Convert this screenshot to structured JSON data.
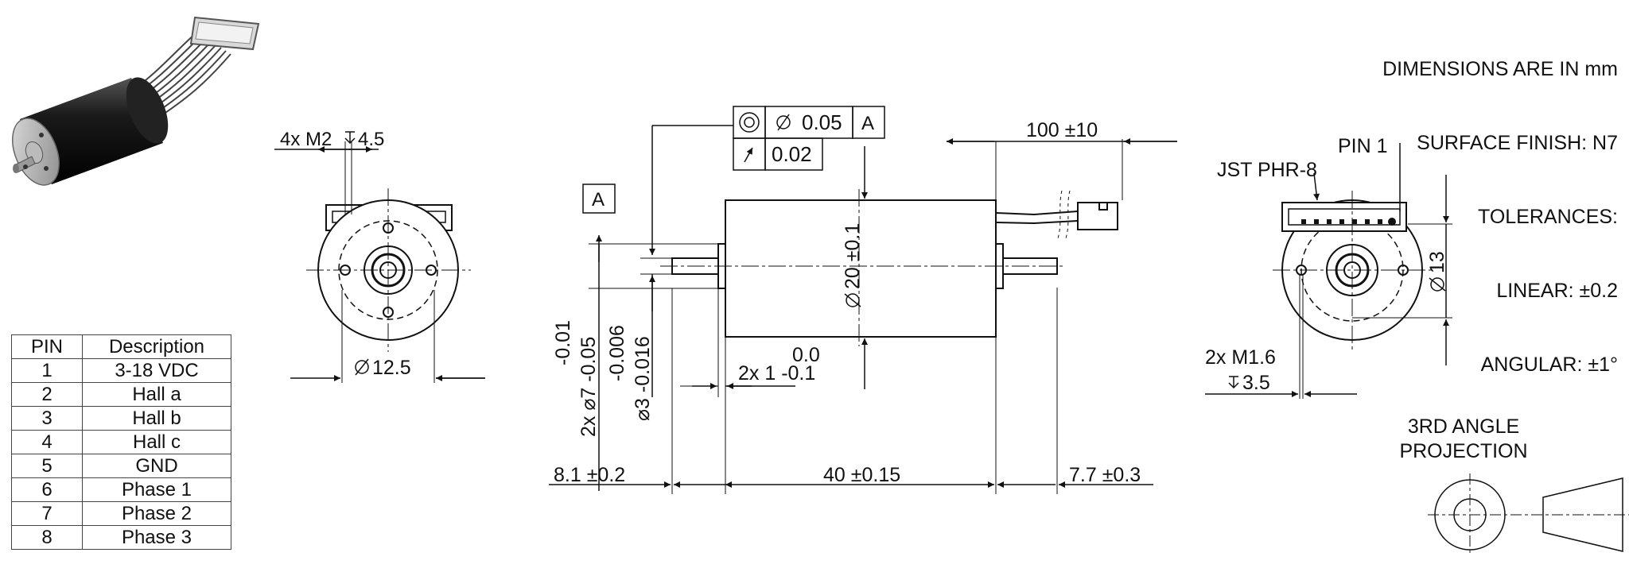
{
  "notes": {
    "line1": "DIMENSIONS ARE IN mm",
    "line2": "SURFACE FINISH: N7",
    "line3": "TOLERANCES:",
    "line4": "LINEAR: ±0.2",
    "line5": "ANGULAR: ±1°"
  },
  "pin_table": {
    "headers": [
      "PIN",
      "Description"
    ],
    "rows": [
      [
        "1",
        "3-18 VDC"
      ],
      [
        "2",
        "Hall a"
      ],
      [
        "3",
        "Hall b"
      ],
      [
        "4",
        "Hall c"
      ],
      [
        "5",
        "GND"
      ],
      [
        "6",
        "Phase 1"
      ],
      [
        "7",
        "Phase 2"
      ],
      [
        "8",
        "Phase 3"
      ]
    ]
  },
  "front_view": {
    "holes_callout": "4x M2",
    "holes_depth": "4.5",
    "diameter_label": "12.5"
  },
  "side_view": {
    "datum": "A",
    "fcf_concentricity": "0.05",
    "fcf_datum": "A",
    "fcf_runout": "0.02",
    "lead_length": "100 ±10",
    "body_diameter": "20 ±0.1",
    "datum_zero": "0.0",
    "shoulder": "2x 1 -0.1",
    "shaft_tol_upper": "-0.01",
    "shaft_dia": "2x ⌀7 -0.05",
    "bore_tol_upper": "-0.006",
    "bore_dia": "⌀3 -0.016",
    "left_extension": "8.1 ±0.2",
    "body_length": "40 ±0.15",
    "right_extension": "7.7 ±0.3"
  },
  "rear_view": {
    "pin1": "PIN 1",
    "connector": "JST PHR-8",
    "diameter": "13",
    "holes_callout": "2x M1.6",
    "holes_depth": "3.5"
  },
  "projection": {
    "line1": "3RD ANGLE",
    "line2": "PROJECTION"
  }
}
